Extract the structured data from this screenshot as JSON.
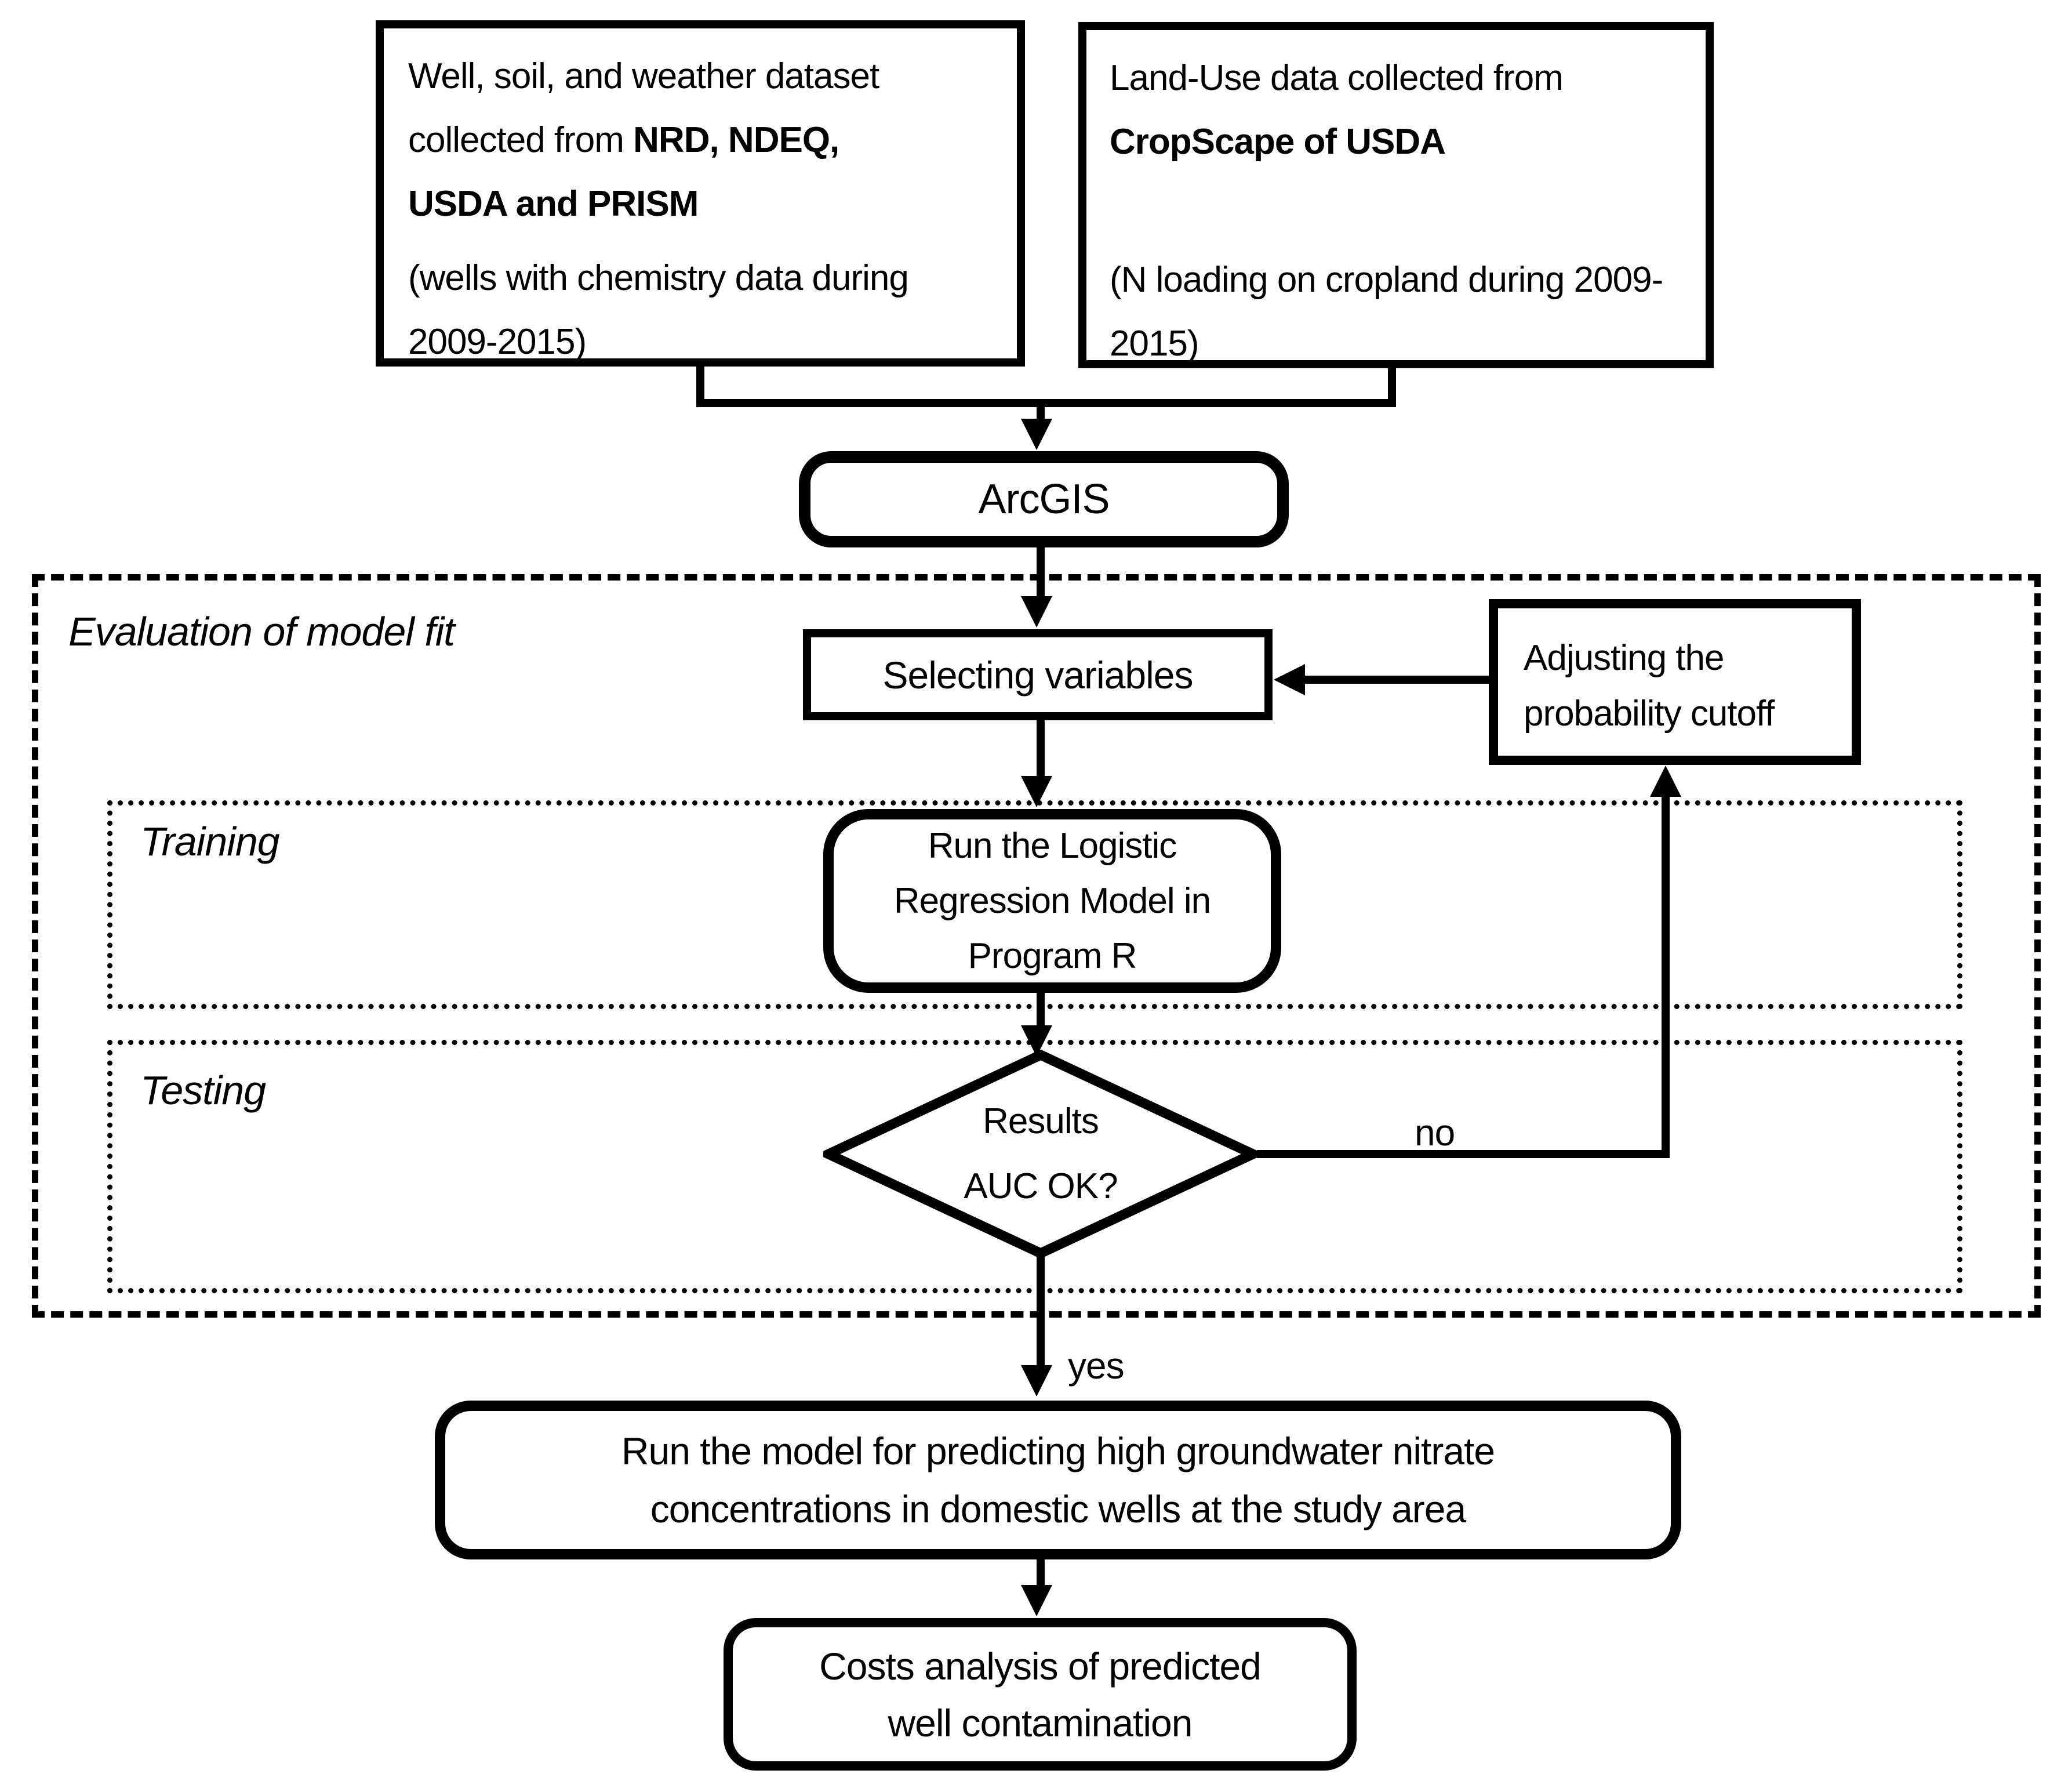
{
  "diagram": {
    "well_box": {
      "line1": "Well, soil, and weather dataset",
      "line2_regular": "collected from ",
      "line2_bold": "NRD, NDEQ,",
      "line3_bold": "USDA and PRISM",
      "note_line1": "(wells with chemistry data during",
      "note_line2": "2009-2015)"
    },
    "landuse_box": {
      "line1": "Land-Use data collected from",
      "line2_bold": "CropScape of USDA",
      "note_line1": "(N loading on cropland during 2009-",
      "note_line2": "2015)"
    },
    "arcgis": {
      "label": "ArcGIS"
    },
    "evaluation": {
      "label": "Evaluation of model fit"
    },
    "selecting": {
      "label": "Selecting variables"
    },
    "adjusting": {
      "line1": "Adjusting the",
      "line2": "probability cutoff"
    },
    "training": {
      "label": "Training"
    },
    "run_model": {
      "line1": "Run the Logistic",
      "line2": "Regression Model in",
      "line3": "Program R"
    },
    "testing": {
      "label": "Testing"
    },
    "decision": {
      "line1": "Results",
      "line2": "AUC OK?"
    },
    "edges": {
      "no": "no",
      "yes": "yes"
    },
    "predict_box": {
      "line1": "Run the model for predicting high groundwater nitrate",
      "line2": "concentrations in domestic wells at the study area"
    },
    "costs_box": {
      "line1": "Costs analysis of predicted",
      "line2": "well contamination"
    },
    "colors": {
      "line": "#000000",
      "background": "#ffffff"
    }
  }
}
